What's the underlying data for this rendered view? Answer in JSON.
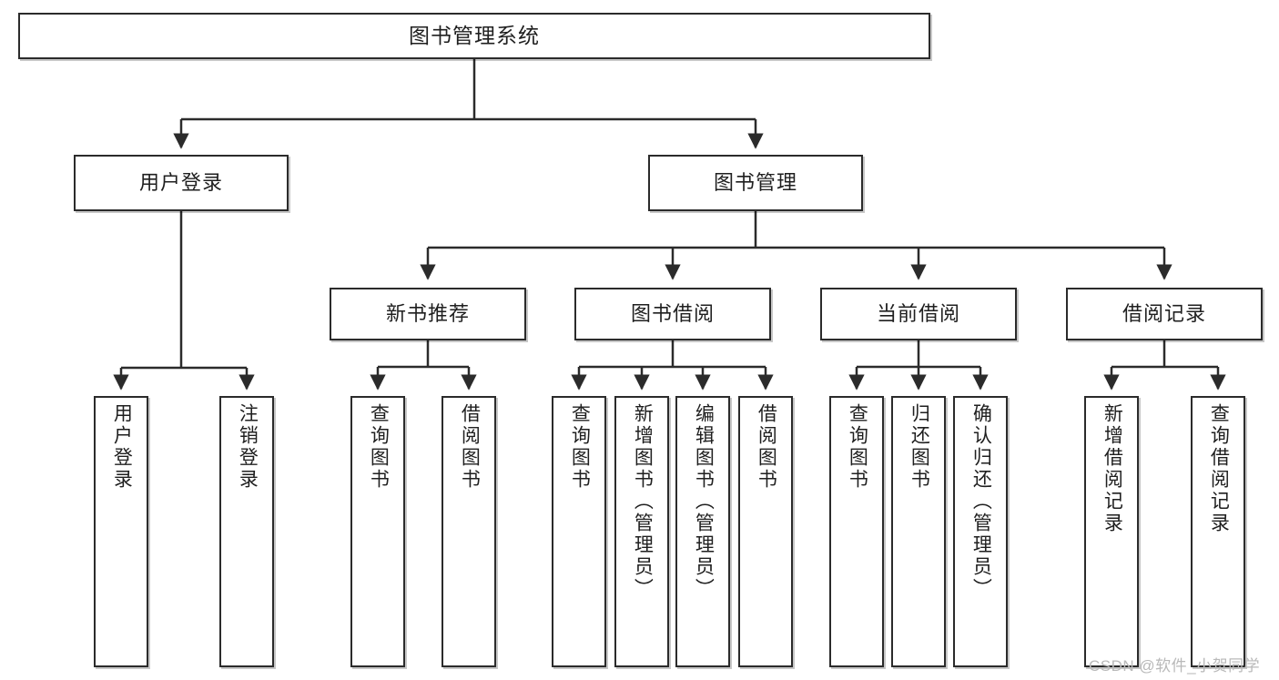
{
  "diagram": {
    "title": "图书管理系统",
    "type": "hierarchy-tree",
    "watermark": "CSDN @软件_小贺同学",
    "colors": {
      "box_border": "#2b2b2b",
      "box_fill": "#ffffff",
      "connector": "#333333",
      "text": "#1f1f1f",
      "watermark": "#b9b9b9"
    },
    "levels": {
      "root": [
        "图书管理系统"
      ],
      "level2": [
        "用户登录",
        "图书管理"
      ],
      "level3": [
        "新书推荐",
        "图书借阅",
        "当前借阅",
        "借阅记录"
      ],
      "leaves": [
        "用户登录",
        "注销登录",
        "查询图书",
        "借阅图书",
        "查询图书",
        "新增图书（管理员）",
        "编辑图书（管理员）",
        "借阅图书",
        "查询图书",
        "归还图书",
        "确认归还（管理员）",
        "新增借阅记录",
        "查询借阅记录"
      ]
    },
    "nodes": {
      "root": {
        "label": "图书管理系统"
      },
      "user_login": {
        "label": "用户登录"
      },
      "book_manage": {
        "label": "图书管理"
      },
      "new_book_rec": {
        "label": "新书推荐"
      },
      "book_borrow": {
        "label": "图书借阅"
      },
      "current_borrow": {
        "label": "当前借阅"
      },
      "borrow_record": {
        "label": "借阅记录"
      },
      "leaf_user_login": {
        "label": "用户登录"
      },
      "leaf_logout": {
        "label": "注销登录"
      },
      "leaf_query_book_1": {
        "label": "查询图书"
      },
      "leaf_borrow_book_1": {
        "label": "借阅图书"
      },
      "leaf_query_book_2": {
        "label": "查询图书"
      },
      "leaf_add_book_admin": {
        "label": "新增图书（管理员）"
      },
      "leaf_edit_book_admin": {
        "label": "编辑图书（管理员）"
      },
      "leaf_borrow_book_2": {
        "label": "借阅图书"
      },
      "leaf_query_book_3": {
        "label": "查询图书"
      },
      "leaf_return_book": {
        "label": "归还图书"
      },
      "leaf_confirm_return_admin": {
        "label": "确认归还（管理员）"
      },
      "leaf_add_record": {
        "label": "新增借阅记录"
      },
      "leaf_query_record": {
        "label": "查询借阅记录"
      }
    },
    "edges": [
      {
        "from": "root",
        "to": "user_login"
      },
      {
        "from": "root",
        "to": "book_manage"
      },
      {
        "from": "user_login",
        "to": "leaf_user_login"
      },
      {
        "from": "user_login",
        "to": "leaf_logout"
      },
      {
        "from": "book_manage",
        "to": "new_book_rec"
      },
      {
        "from": "book_manage",
        "to": "book_borrow"
      },
      {
        "from": "book_manage",
        "to": "current_borrow"
      },
      {
        "from": "book_manage",
        "to": "borrow_record"
      },
      {
        "from": "new_book_rec",
        "to": "leaf_query_book_1"
      },
      {
        "from": "new_book_rec",
        "to": "leaf_borrow_book_1"
      },
      {
        "from": "book_borrow",
        "to": "leaf_query_book_2"
      },
      {
        "from": "book_borrow",
        "to": "leaf_add_book_admin"
      },
      {
        "from": "book_borrow",
        "to": "leaf_edit_book_admin"
      },
      {
        "from": "book_borrow",
        "to": "leaf_borrow_book_2"
      },
      {
        "from": "current_borrow",
        "to": "leaf_query_book_3"
      },
      {
        "from": "current_borrow",
        "to": "leaf_return_book"
      },
      {
        "from": "current_borrow",
        "to": "leaf_confirm_return_admin"
      },
      {
        "from": "borrow_record",
        "to": "leaf_add_record"
      },
      {
        "from": "borrow_record",
        "to": "leaf_query_record"
      }
    ]
  }
}
